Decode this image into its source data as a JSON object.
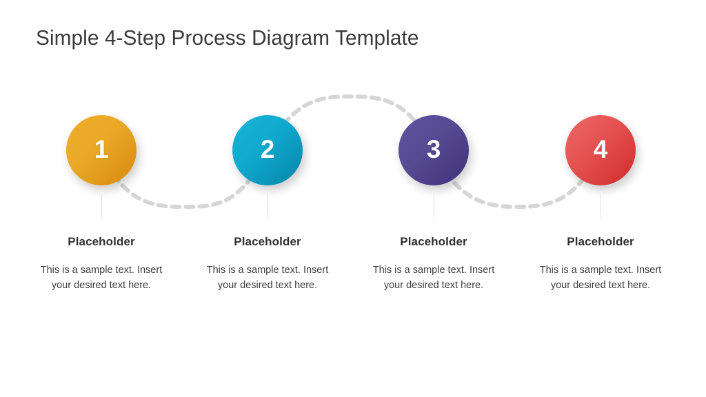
{
  "slide": {
    "title": "Simple 4-Step Process Diagram Template",
    "background_color": "#ffffff",
    "title_color": "#3a3a3a"
  },
  "connector": {
    "style": "dashed-wave",
    "color": "#d6d6d6",
    "dash_length": 11,
    "gap_length": 9,
    "stroke_width": 6
  },
  "steps": [
    {
      "number": "1",
      "heading": "Placeholder",
      "body": "This is a sample text. Insert your desired text here.",
      "color": "#e9a825",
      "color_dark": "#d8890f"
    },
    {
      "number": "2",
      "heading": "Placeholder",
      "body": "This is a sample text. Insert your desired text here.",
      "color": "#11a8ce",
      "color_dark": "#0584a8"
    },
    {
      "number": "3",
      "heading": "Placeholder",
      "body": "This is a sample text. Insert your desired text here.",
      "color": "#564a93",
      "color_dark": "#40307a"
    },
    {
      "number": "4",
      "heading": "Placeholder",
      "body": "This is a sample text. Insert your desired text here.",
      "color": "#e4514f",
      "color_dark": "#cf2b2b"
    }
  ]
}
